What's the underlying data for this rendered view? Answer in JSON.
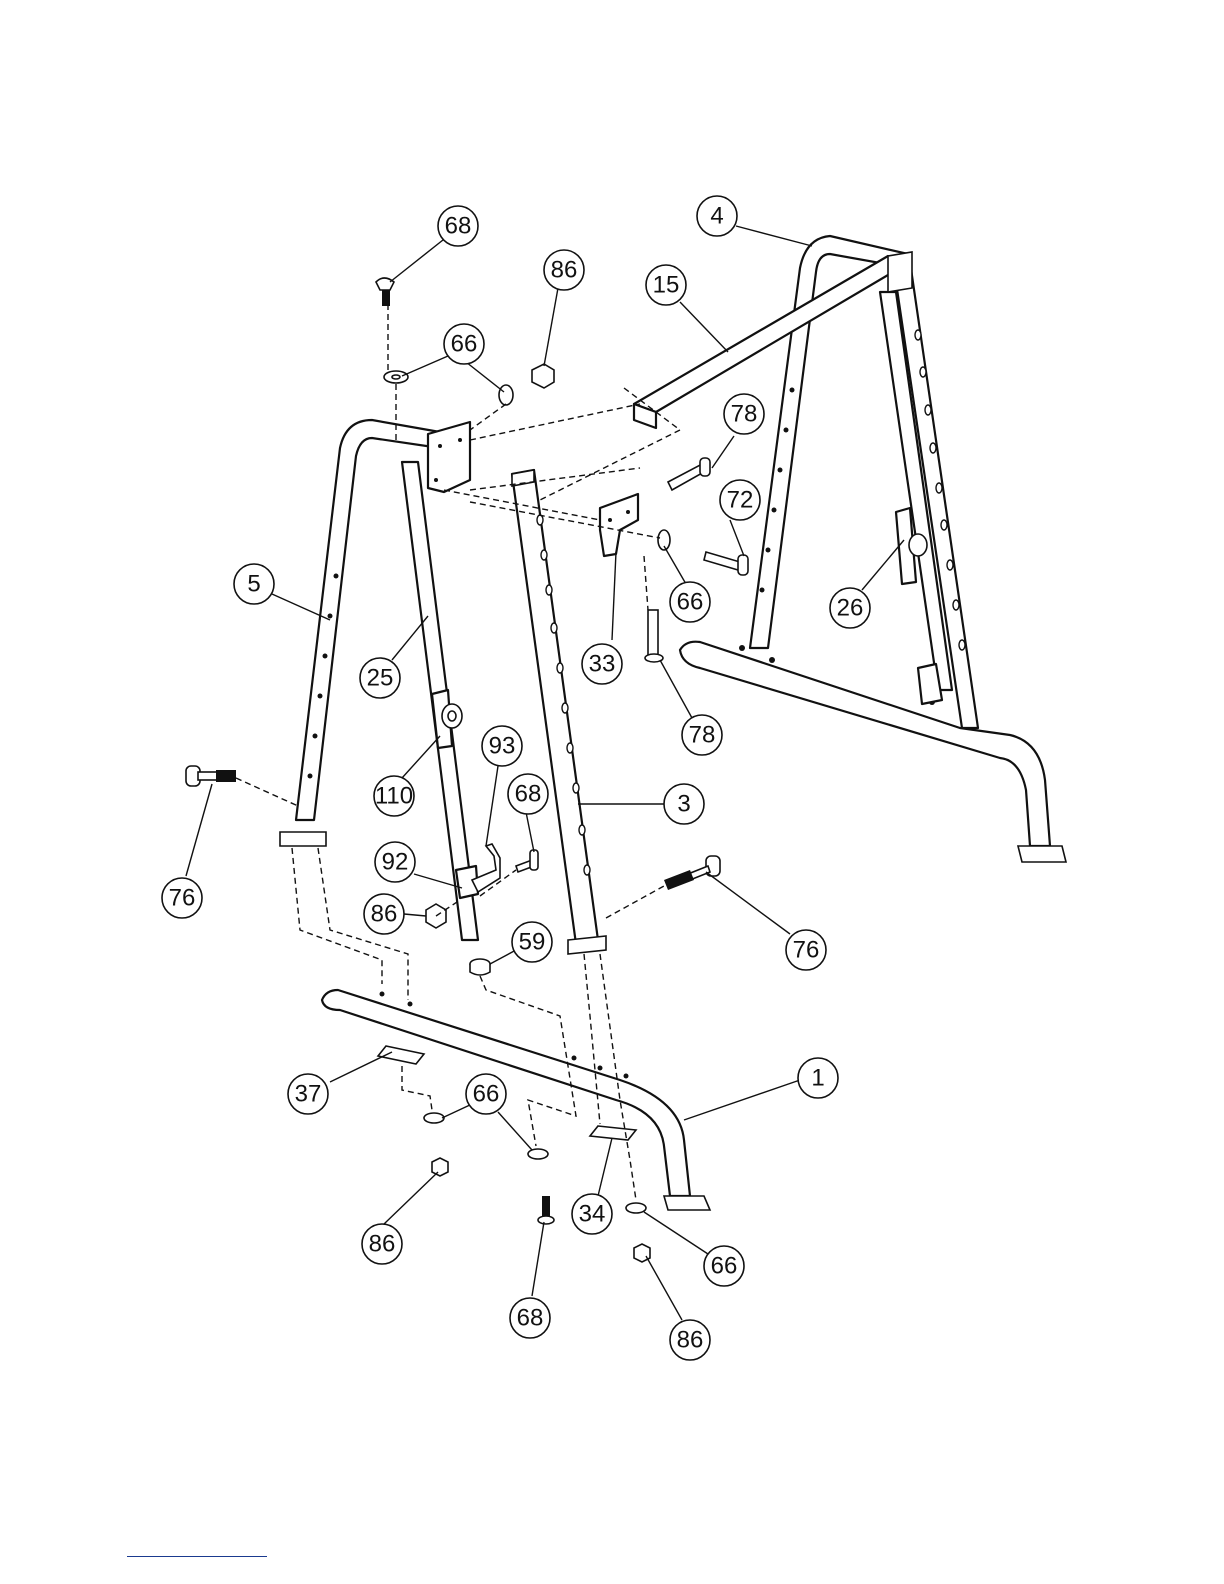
{
  "diagram": {
    "callouts": [
      {
        "id": "callout-68-top",
        "text": "68"
      },
      {
        "id": "callout-86-top",
        "text": "86"
      },
      {
        "id": "callout-4",
        "text": "4"
      },
      {
        "id": "callout-15",
        "text": "15"
      },
      {
        "id": "callout-66-top",
        "text": "66"
      },
      {
        "id": "callout-78-upper",
        "text": "78"
      },
      {
        "id": "callout-72",
        "text": "72"
      },
      {
        "id": "callout-5",
        "text": "5"
      },
      {
        "id": "callout-66-mid",
        "text": "66"
      },
      {
        "id": "callout-26",
        "text": "26"
      },
      {
        "id": "callout-25",
        "text": "25"
      },
      {
        "id": "callout-33",
        "text": "33"
      },
      {
        "id": "callout-78-lower",
        "text": "78"
      },
      {
        "id": "callout-93",
        "text": "93"
      },
      {
        "id": "callout-110",
        "text": "110"
      },
      {
        "id": "callout-68-mid",
        "text": "68"
      },
      {
        "id": "callout-3",
        "text": "3"
      },
      {
        "id": "callout-76-left",
        "text": "76"
      },
      {
        "id": "callout-92",
        "text": "92"
      },
      {
        "id": "callout-86-mid",
        "text": "86"
      },
      {
        "id": "callout-59",
        "text": "59"
      },
      {
        "id": "callout-76-right",
        "text": "76"
      },
      {
        "id": "callout-1",
        "text": "1"
      },
      {
        "id": "callout-37",
        "text": "37"
      },
      {
        "id": "callout-66-lower",
        "text": "66"
      },
      {
        "id": "callout-34",
        "text": "34"
      },
      {
        "id": "callout-86-lower-left",
        "text": "86"
      },
      {
        "id": "callout-66-lower-right",
        "text": "66"
      },
      {
        "id": "callout-68-bottom",
        "text": "68"
      },
      {
        "id": "callout-86-bottom",
        "text": "86"
      }
    ]
  }
}
